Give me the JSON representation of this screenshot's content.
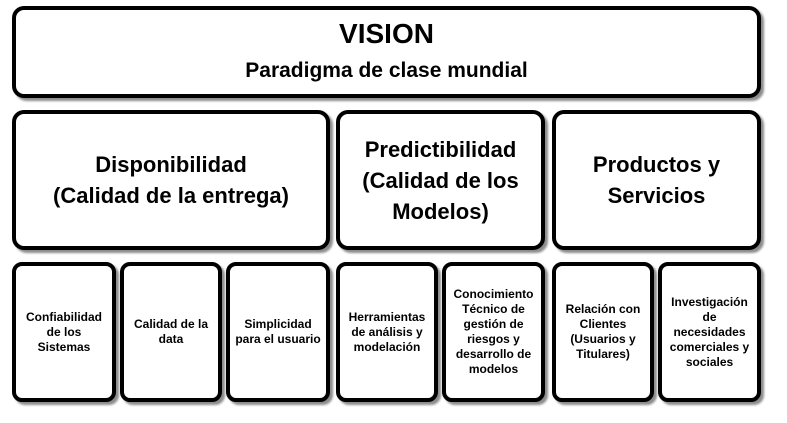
{
  "vision": {
    "title": "VISION",
    "subtitle": "Paradigma de clase mundial"
  },
  "pillars": [
    {
      "lines": [
        "Disponibilidad",
        "(Calidad de la entrega)"
      ]
    },
    {
      "lines": [
        "Predictibilidad",
        "(Calidad de los",
        "Modelos)"
      ]
    },
    {
      "lines": [
        "Productos y",
        "Servicios"
      ]
    }
  ],
  "items": [
    {
      "lines": [
        "Confiabilidad",
        "de los Sistemas"
      ]
    },
    {
      "lines": [
        "Calidad de la",
        "data"
      ]
    },
    {
      "lines": [
        "Simplicidad",
        "para el usuario"
      ]
    },
    {
      "lines": [
        "Herramientas",
        "de análisis y",
        "modelación"
      ]
    },
    {
      "lines": [
        "Conocimiento",
        "Técnico de",
        "gestión de",
        "riesgos y",
        "desarrollo de",
        "modelos"
      ]
    },
    {
      "lines": [
        "Relación con",
        "Clientes",
        "(Usuarios y",
        "Titulares)"
      ]
    },
    {
      "lines": [
        "Investigación",
        "de necesidades",
        "comerciales y",
        "sociales"
      ]
    }
  ]
}
